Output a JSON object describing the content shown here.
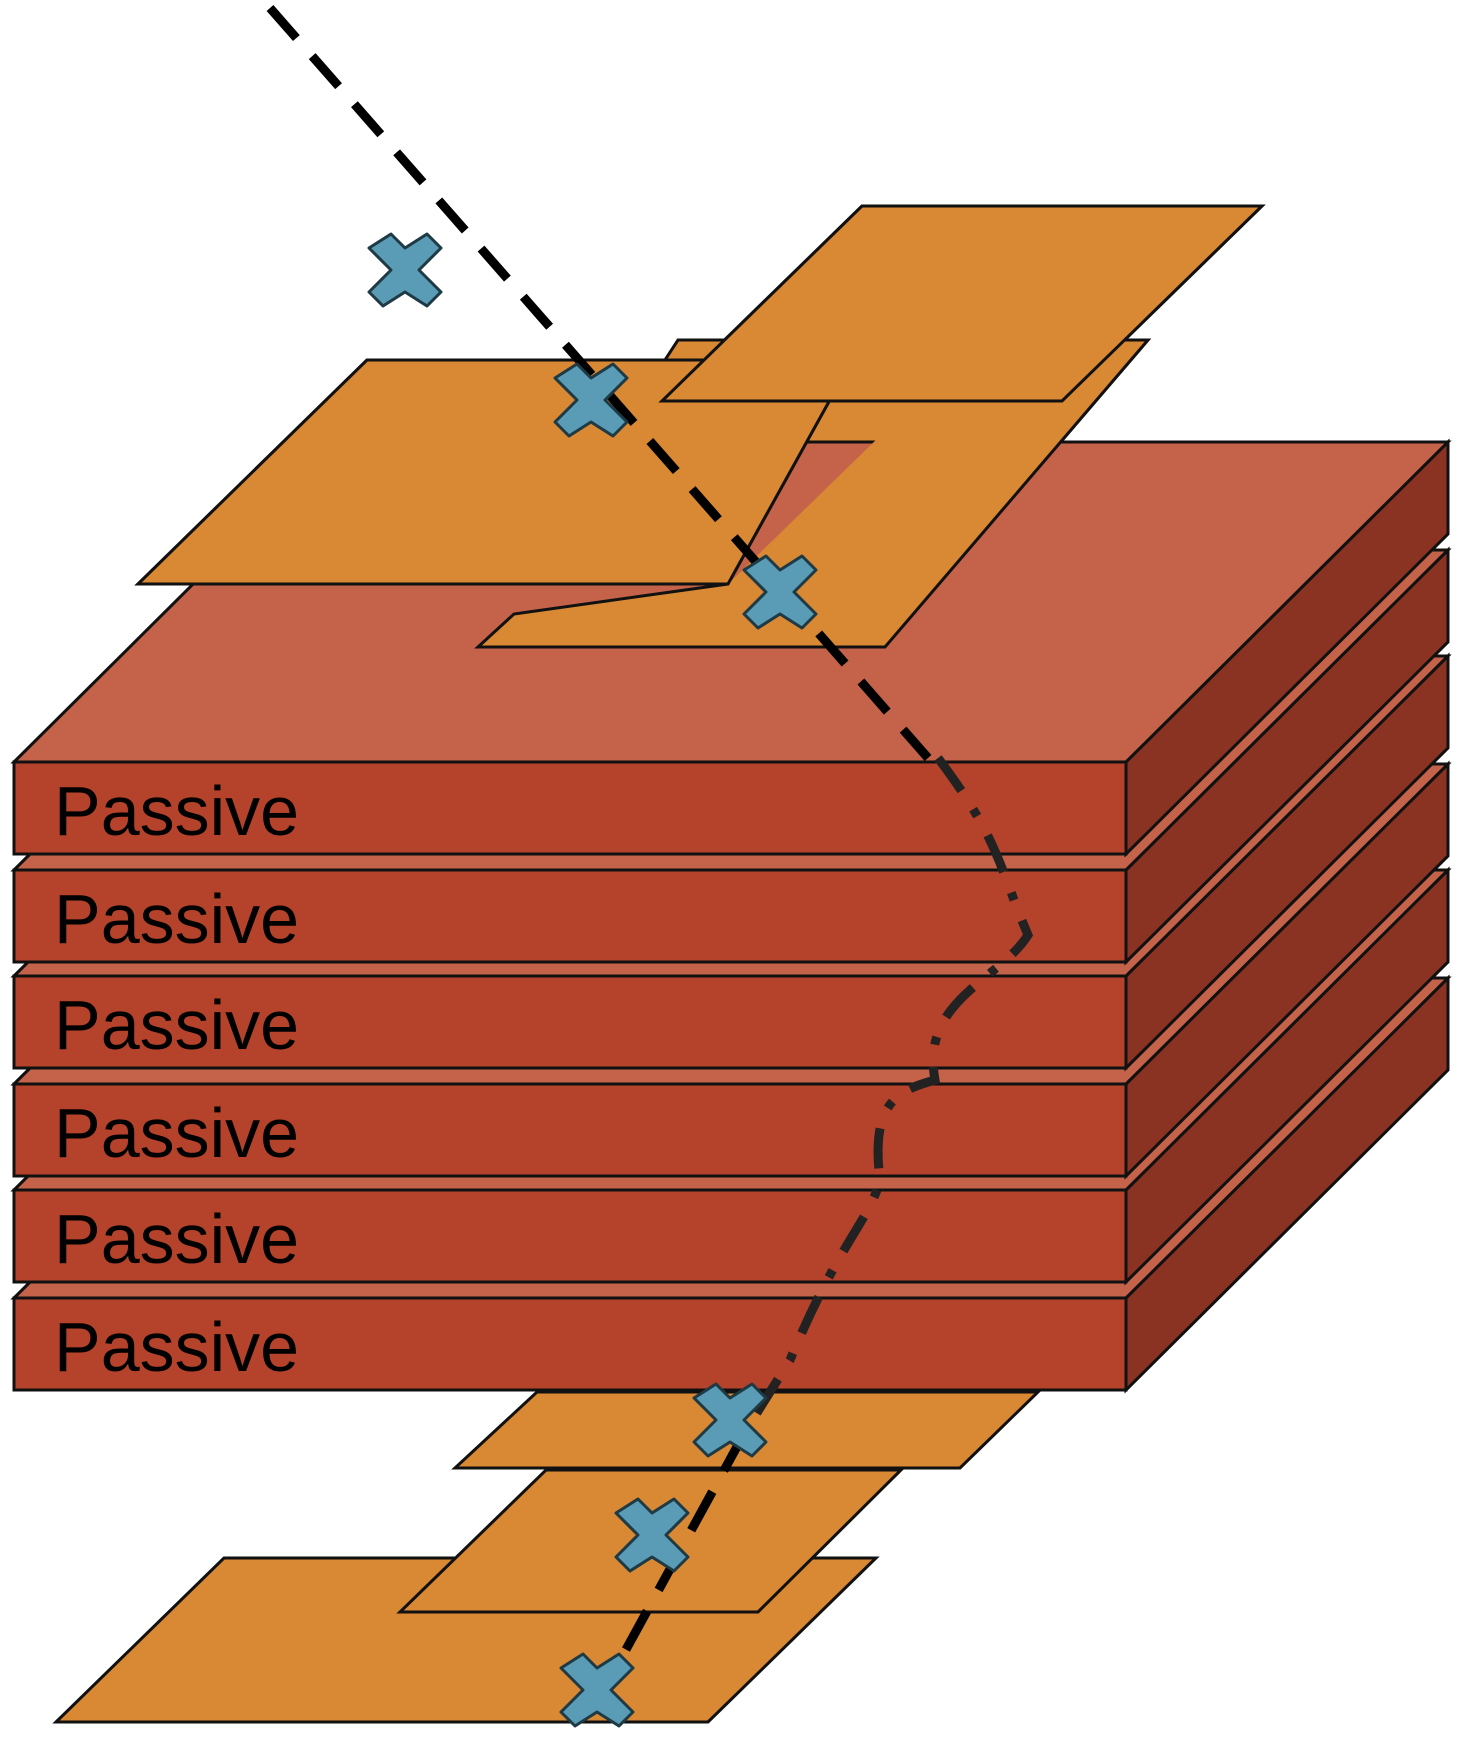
{
  "layers": [
    {
      "label": "Passive"
    },
    {
      "label": "Passive"
    },
    {
      "label": "Passive"
    },
    {
      "label": "Passive"
    },
    {
      "label": "Passive"
    },
    {
      "label": "Passive"
    }
  ],
  "colors": {
    "passive_front": "#b5422a",
    "passive_top": "#c4634a",
    "passive_side": "#8b3322",
    "active_plane": "#d98833",
    "hit_marker": "#5a9bb5",
    "outline": "#111111",
    "track": "#000000"
  },
  "icons": {
    "hit": "x-marker-icon"
  }
}
